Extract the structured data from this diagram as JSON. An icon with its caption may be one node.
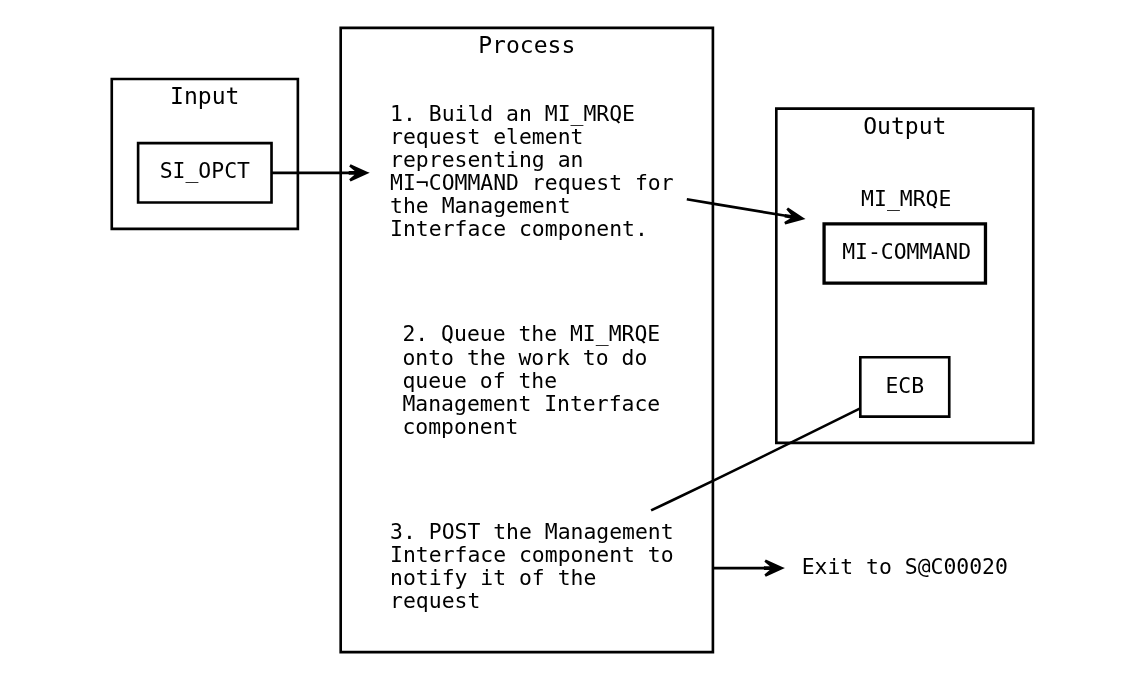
{
  "diagram": {
    "nodes": [
      {
        "text": [
          "Input"
        ]
      },
      {
        "text": [
          "SI_OPCT"
        ],
        "in": 0
      },
      {
        "text": [
          "Process"
        ]
      },
      {
        "text": [
          "1. Build an MI_MRQE request element representing an MI¬COMMAND request for the Management Interface component."
        ],
        "in": 2
      },
      {
        "text": [
          "2. Queue the MI_MRQE onto the work to do queue of the Management Interface component"
        ],
        "in": 2
      },
      {
        "text": [
          "3. POST the Management Interface component to notify it of the request"
        ],
        "in": 2
      },
      {
        "text": [
          "Output"
        ]
      },
      {
        "text": [
          "MI-COMMAND"
        ],
        "in": 6,
        "beside": [
          "MI_MRQE"
        ]
      },
      {
        "text": [
          "ECB"
        ],
        "in": 6
      },
      {
        "text": [
          "Exit to S@C00020"
        ]
      }
    ],
    "edges": [
      {
        "from": 1,
        "to": 3,
        "arrow": "to"
      },
      {
        "from": 3,
        "to": 7,
        "arrow": "to"
      },
      {
        "from": 5,
        "to": 8,
        "arrow": "none"
      },
      {
        "from": 2,
        "to": 9,
        "arrow": "to"
      }
    ]
  }
}
